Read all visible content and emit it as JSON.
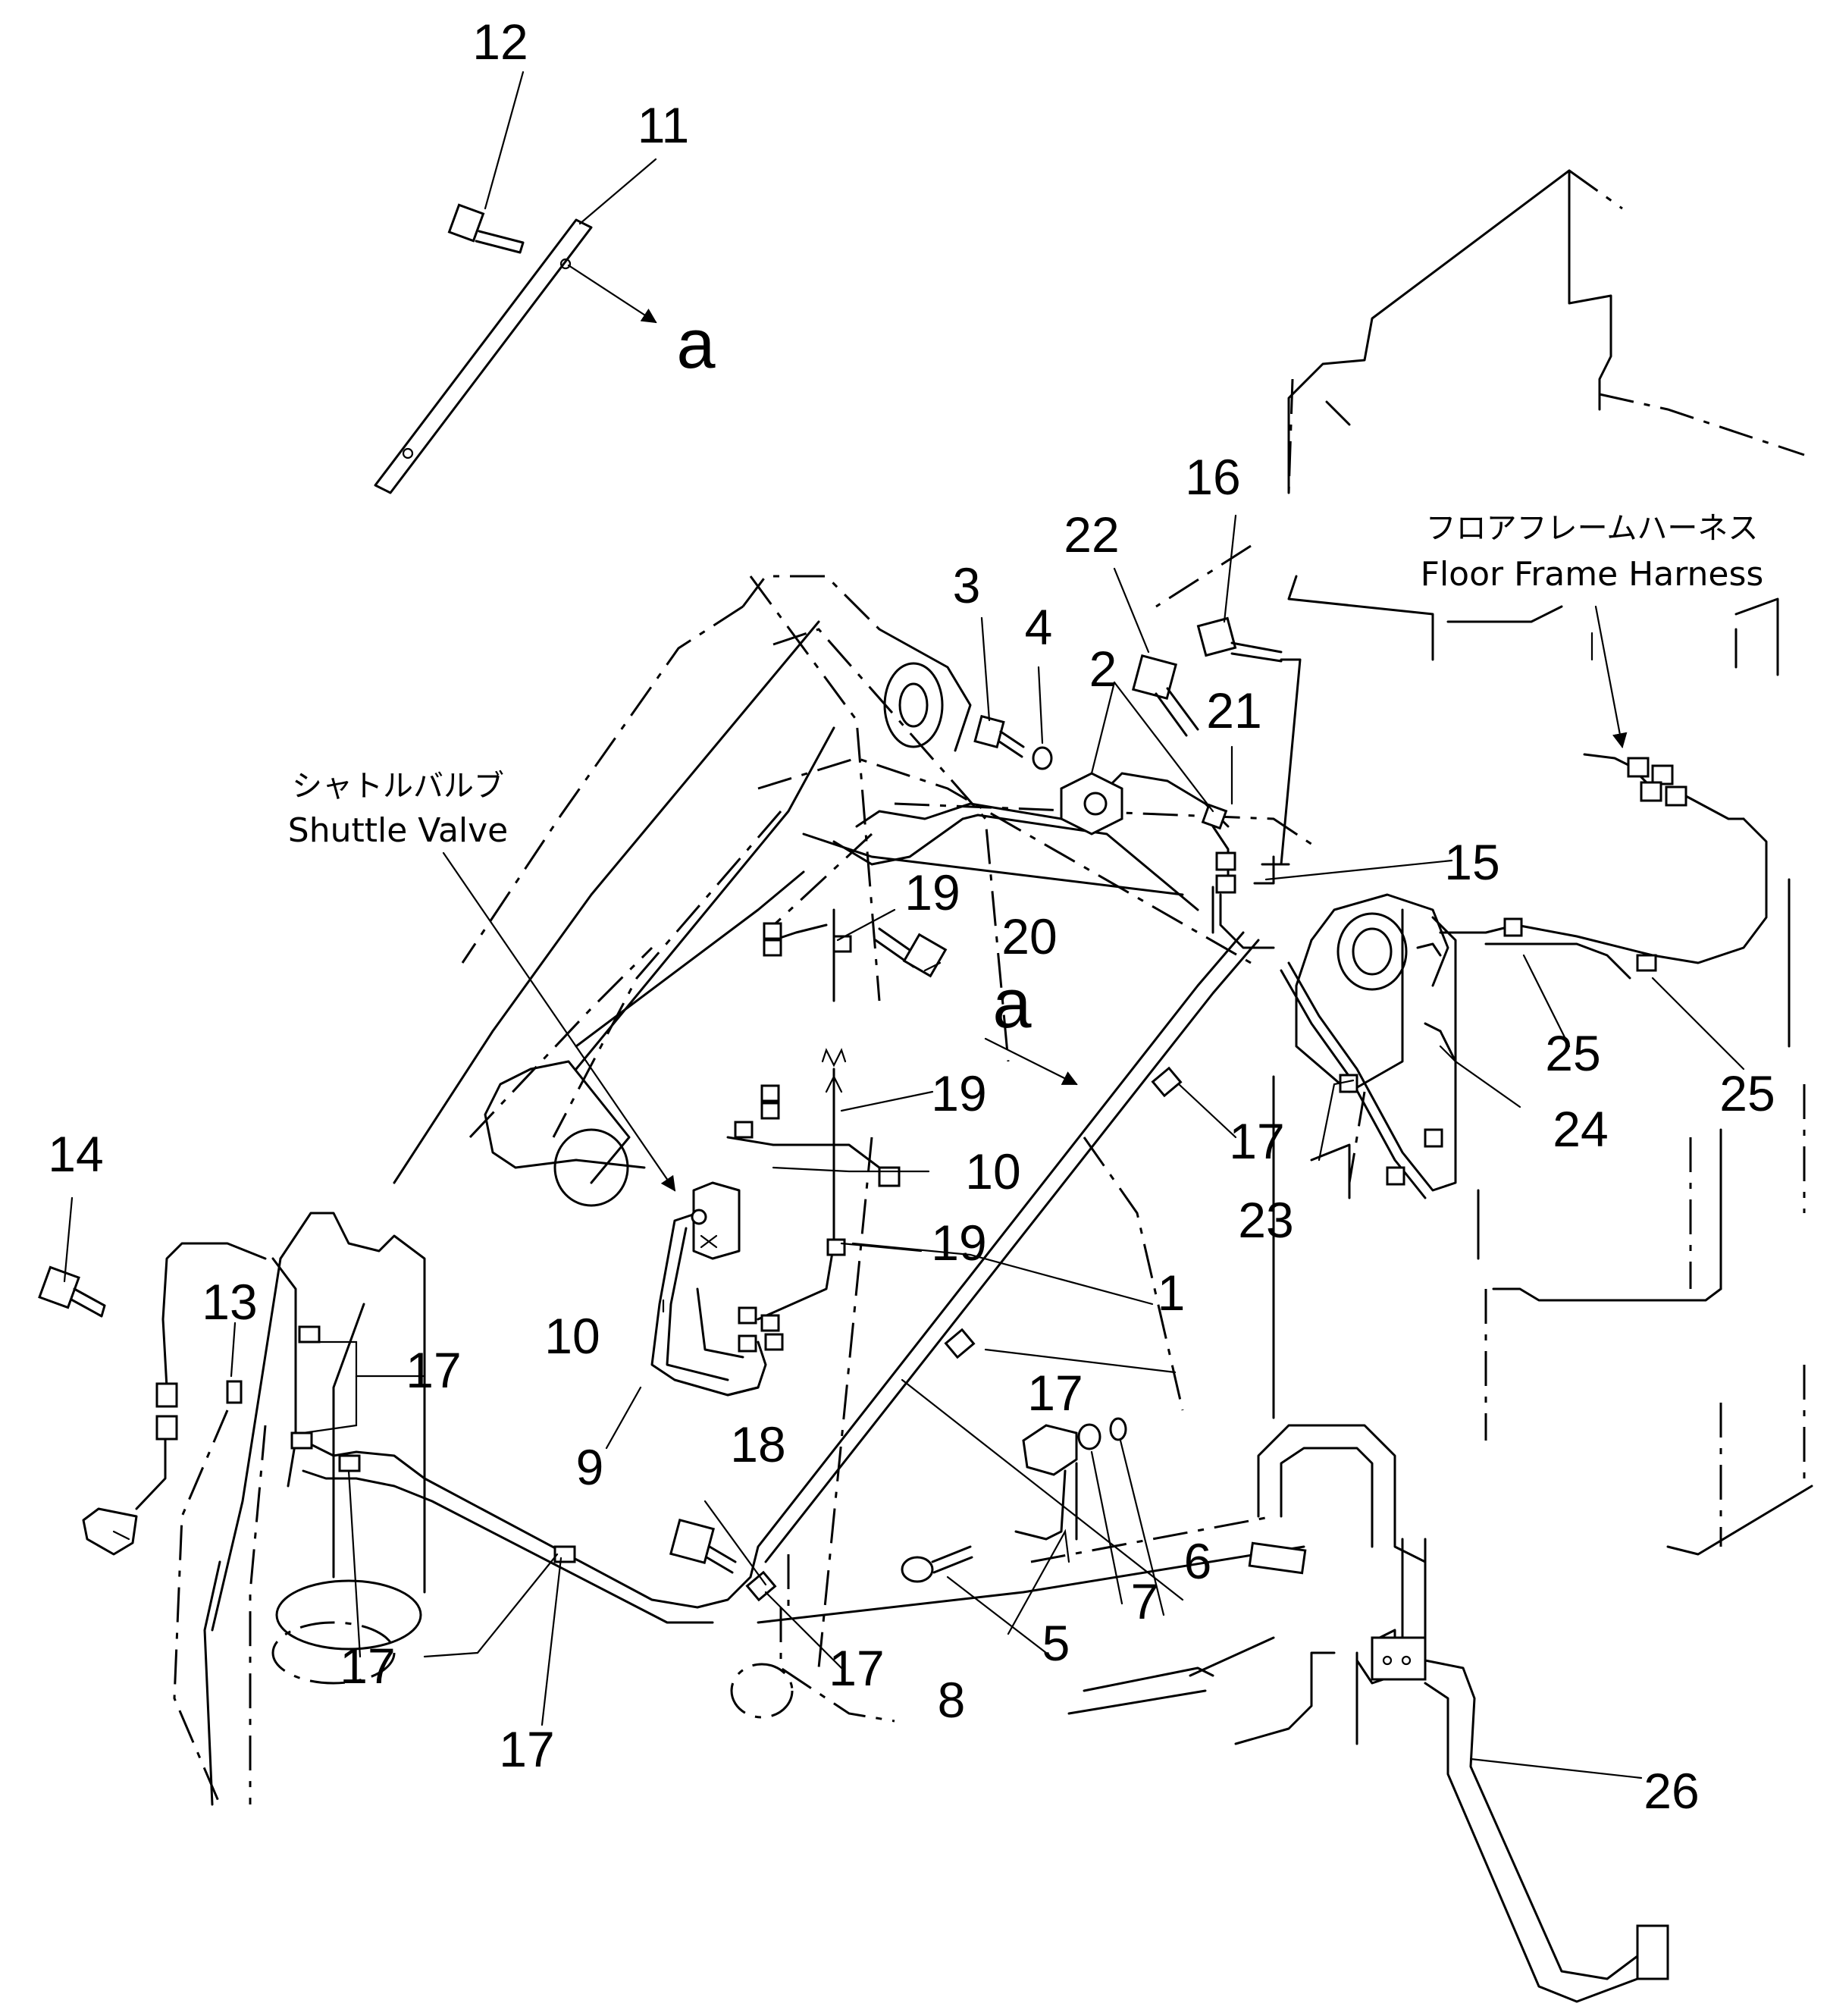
{
  "callouts": [
    {
      "id": "c12",
      "text": "12"
    },
    {
      "id": "c11",
      "text": "11"
    },
    {
      "id": "c16",
      "text": "16"
    },
    {
      "id": "c22",
      "text": "22"
    },
    {
      "id": "c3",
      "text": "3"
    },
    {
      "id": "c4",
      "text": "4"
    },
    {
      "id": "c2",
      "text": "2"
    },
    {
      "id": "c21",
      "text": "21"
    },
    {
      "id": "c15",
      "text": "15"
    },
    {
      "id": "c19a",
      "text": "19"
    },
    {
      "id": "c20",
      "text": "20"
    },
    {
      "id": "c19b",
      "text": "19"
    },
    {
      "id": "c25a",
      "text": "25"
    },
    {
      "id": "c25b",
      "text": "25"
    },
    {
      "id": "c24",
      "text": "24"
    },
    {
      "id": "c17a",
      "text": "17"
    },
    {
      "id": "c23",
      "text": "23"
    },
    {
      "id": "c10a",
      "text": "10"
    },
    {
      "id": "c14",
      "text": "14"
    },
    {
      "id": "c19c",
      "text": "19"
    },
    {
      "id": "c13",
      "text": "13"
    },
    {
      "id": "c17b",
      "text": "17"
    },
    {
      "id": "c1",
      "text": "1"
    },
    {
      "id": "c10b",
      "text": "10"
    },
    {
      "id": "c17c",
      "text": "17"
    },
    {
      "id": "c9",
      "text": "9"
    },
    {
      "id": "c18",
      "text": "18"
    },
    {
      "id": "c6",
      "text": "6"
    },
    {
      "id": "c7",
      "text": "7"
    },
    {
      "id": "c17d",
      "text": "17"
    },
    {
      "id": "c17e",
      "text": "17"
    },
    {
      "id": "c5",
      "text": "5"
    },
    {
      "id": "c8",
      "text": "8"
    },
    {
      "id": "c17f",
      "text": "17"
    },
    {
      "id": "c26",
      "text": "26"
    }
  ],
  "view_markers": [
    {
      "id": "a1",
      "text": "a"
    },
    {
      "id": "a2",
      "text": "a"
    }
  ],
  "captions": {
    "shuttle_valve_jp": "シャトルバルブ",
    "shuttle_valve_en": "Shuttle Valve",
    "floor_harness_jp": "フロアフレームハーネス",
    "floor_harness_en": "Floor Frame Harness"
  }
}
